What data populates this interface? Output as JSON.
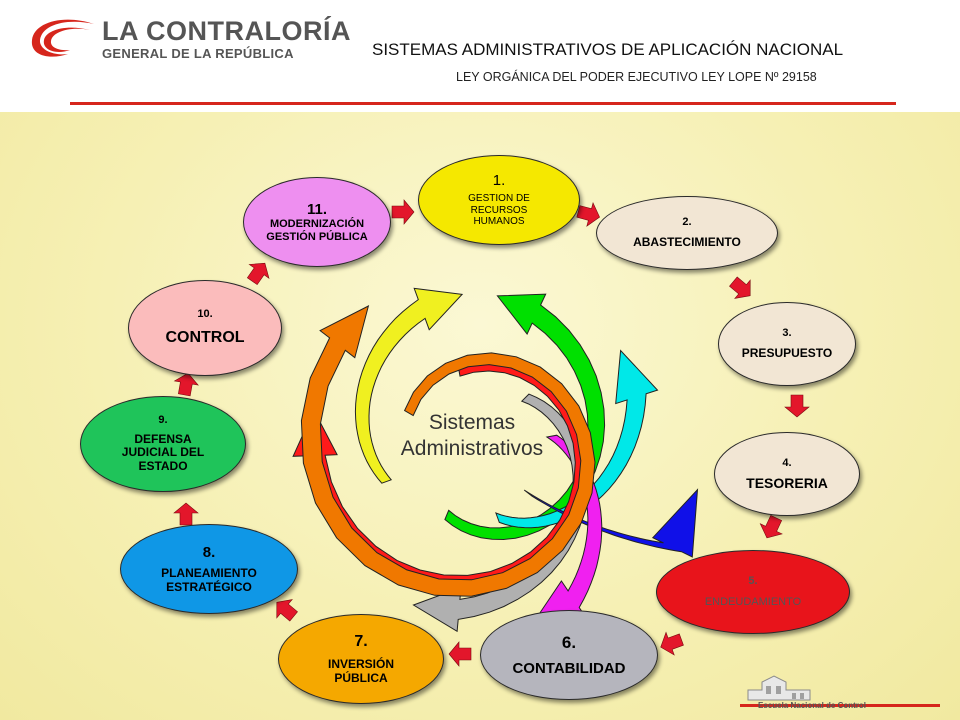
{
  "header": {
    "logo_line1": "LA CONTRALORÍA",
    "logo_line2": "GENERAL DE LA REPÚBLICA",
    "title": "SISTEMAS ADMINISTRATIVOS DE APLICACIÓN NACIONAL",
    "subtitle": "LEY ORGÁNICA DEL PODER EJECUTIVO  LEY LOPE Nº 29158"
  },
  "center": {
    "line1": "Sistemas",
    "line2": "Administrativos"
  },
  "nodes": [
    {
      "num": "1.",
      "label": "GESTION DE RECURSOS HUMANOS",
      "color": "#f5e800"
    },
    {
      "num": "2.",
      "label": "ABASTECIMIENTO",
      "color": "#f2e6d4"
    },
    {
      "num": "3.",
      "label": "PRESUPUESTO",
      "color": "#f2e6d4"
    },
    {
      "num": "4.",
      "label": "TESORERIA",
      "color": "#f2e6d4"
    },
    {
      "num": "5.",
      "label": "ENDEUDAMIENTO",
      "color": "#e8141b"
    },
    {
      "num": "6.",
      "label": "CONTABILIDAD",
      "color": "#b5b5bd"
    },
    {
      "num": "7.",
      "label": "INVERSIÓN PÚBLICA",
      "color": "#f5a800"
    },
    {
      "num": "8.",
      "label": "PLANEAMIENTO ESTRATÉGICO",
      "color": "#0f97e6"
    },
    {
      "num": "9.",
      "label": "DEFENSA JUDICIAL DEL ESTADO",
      "color": "#1fc45a"
    },
    {
      "num": "10.",
      "label": "CONTROL",
      "color": "#fbbcbc"
    },
    {
      "num": "11.",
      "label": "MODERNIZACIÓN GESTIÓN PÚBLICA",
      "color": "#ee8ff0"
    }
  ],
  "footer": {
    "escuela_label": "Escuela Nacional de Control"
  },
  "colors": {
    "accent_red": "#d6261c",
    "connector_red": "#e3162b"
  }
}
